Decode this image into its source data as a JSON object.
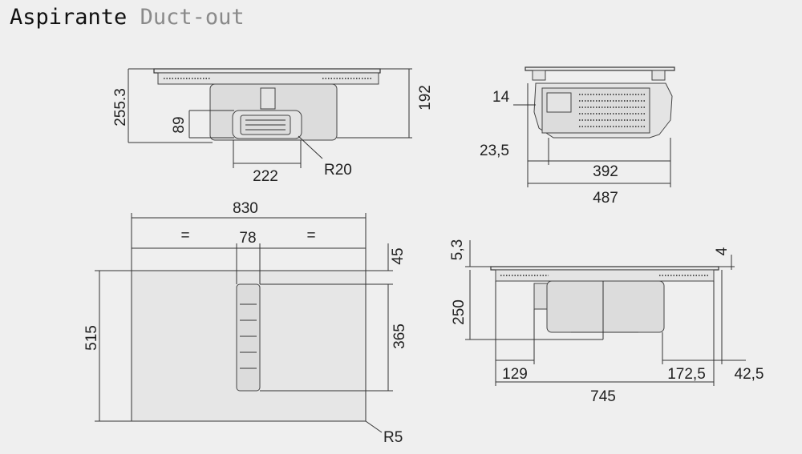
{
  "title": {
    "main": "Aspirante",
    "sub": "Duct-out"
  },
  "views": {
    "side_top_left": {
      "height_total": "255.3",
      "height_right": "192",
      "duct_height": "89",
      "duct_width": "222",
      "radius": "R20"
    },
    "side_top_right": {
      "offset_top": "14",
      "offset_left": "23,5",
      "inner_width": "392",
      "outer_width": "487"
    },
    "plan_view": {
      "width": "830",
      "center_width": "78",
      "equal_left": "=",
      "equal_right": "=",
      "top_margin": "45",
      "depth": "515",
      "inner_depth": "365",
      "corner_radius": "R5"
    },
    "front_view": {
      "top_thickness": "5,3",
      "edge": "4",
      "height": "250",
      "left_offset": "129",
      "right_offset": "172,5",
      "right_edge": "42,5",
      "width": "745"
    }
  },
  "colors": {
    "background": "#efefef",
    "line": "#333333",
    "title_sub": "#8a8a8a"
  }
}
